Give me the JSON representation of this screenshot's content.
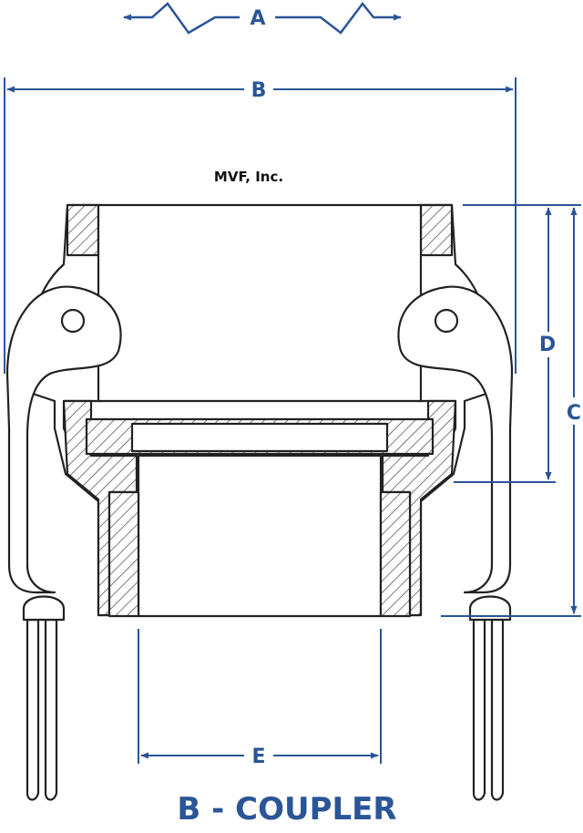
{
  "company": "MVF, Inc.",
  "title": "B - COUPLER",
  "dimensions": {
    "a": "A",
    "b": "B",
    "c": "C",
    "d": "D",
    "e": "E"
  },
  "colors": {
    "dimension": "#2a5596",
    "outline": "#222222",
    "hatch": "#444444"
  }
}
